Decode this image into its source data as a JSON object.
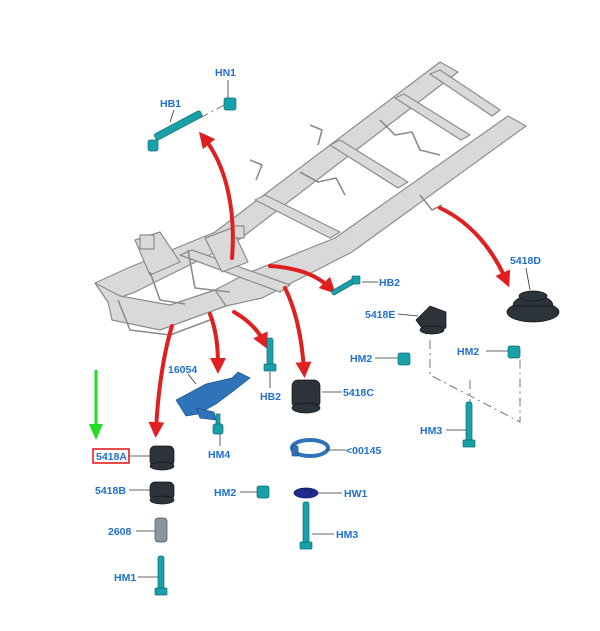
{
  "colors": {
    "label": "#1f6fd1",
    "arrow_red": "#e02020",
    "arrow_green": "#22dd22",
    "highlight_box": "#e02020",
    "part_teal": "#1aa0a8",
    "part_blue": "#2f73b9",
    "part_dark": "#2c333a",
    "frame": "#d9d9d9"
  },
  "labels": {
    "hn1": "HN1",
    "hb1": "HB1",
    "hb2_top": "HB2",
    "part_5418d": "5418D",
    "part_5418e": "5418E",
    "hm2_right": "HM2",
    "hm2_mid": "HM2",
    "part_16054": "16054",
    "hb2_low": "HB2",
    "part_5418c": "5418C",
    "hm3_right": "HM3",
    "part_5418a": "5418A",
    "hm4": "HM4",
    "part_00145": "<00145",
    "hm2_low": "HM2",
    "hw1": "HW1",
    "part_5418b": "5418B",
    "part_2608": "2608",
    "hm3_low": "HM3",
    "hm1": "HM1"
  },
  "highlighted_part": "5418A",
  "icons": {
    "frame": "vehicle-frame-icon",
    "arrow": "red-callout-arrow-icon",
    "pointer": "green-pointer-arrow-icon"
  }
}
